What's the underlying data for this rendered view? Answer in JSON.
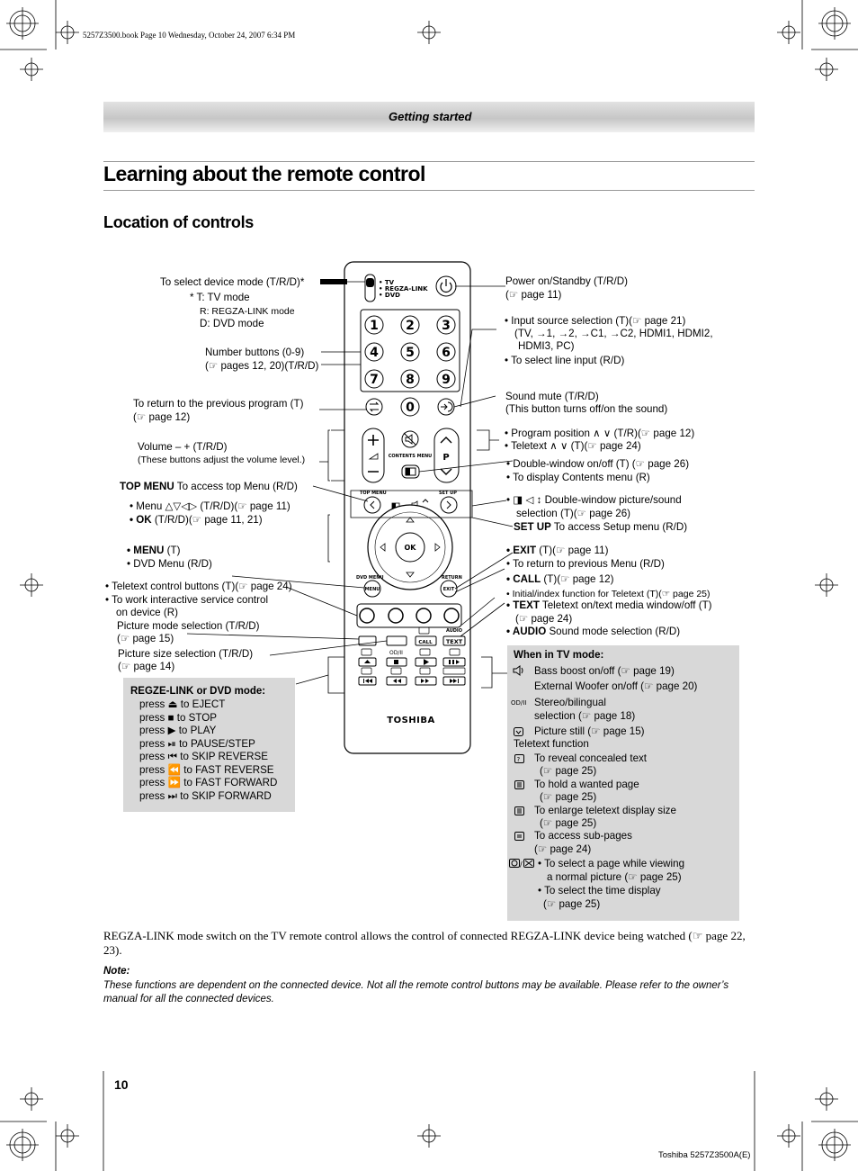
{
  "print_header": "5257Z3500.book  Page 10  Wednesday, October 24, 2007  6:34 PM",
  "section_title": "Getting started",
  "page_title": "Learning about the remote control",
  "sub_title": "Location of controls",
  "left_labels": {
    "device_mode": "To select device mode (T/R/D)*",
    "mode_t": "*  T: TV mode",
    "mode_r": "R: REGZA-LINK mode",
    "mode_d": "D: DVD mode",
    "number_buttons": "Number buttons (0-9)",
    "number_buttons_ref": "(☞ pages 12, 20)(T/R/D)",
    "prev_program": "To return to the previous program (T)",
    "prev_program_ref": "(☞ page 12)",
    "volume": "Volume – + (T/R/D)",
    "volume_note": "(These buttons adjust the volume level.)",
    "top_menu_key": "TOP MENU",
    "top_menu_text": " To access top Menu (R/D)",
    "menu_arrows": "• Menu △▽◁▷ (T/R/D)(☞ page 11)",
    "ok_key": "• OK",
    "ok_text": " (T/R/D)(☞ page 11, 21)",
    "menu_key": "• MENU",
    "menu_text": " (T)",
    "dvd_menu": "• DVD Menu (R/D)",
    "teletext_control": "• Teletext control buttons (T)(☞ page 24)",
    "interactive_1": "• To work interactive service control",
    "interactive_2": "on device (R)",
    "picture_mode": "Picture mode selection (T/R/D)",
    "picture_mode_ref": "(☞ page 15)",
    "picture_size": "Picture size selection (T/R/D)",
    "picture_size_ref": "(☞ page 14)"
  },
  "right_labels": {
    "power": "Power on/Standby (T/R/D)",
    "power_ref": "(☞ page 11)",
    "input_1": "• Input source selection (T)(☞ page 21)",
    "input_2": "(TV, →1, →2, →C1, →C2, HDMI1, HDMI2,",
    "input_3": "HDMI3, PC)",
    "input_4": "• To select line input (R/D)",
    "mute": "Sound mute (T/R/D)",
    "mute_note": "(This button turns off/on the sound)",
    "program_position": "• Program position ∧ ∨ (T/R)(☞ page 12)",
    "teletext_updown": "• Teletext ∧ ∨ (T)(☞ page 24)",
    "double_window": "• Double-window on/off (T) (☞ page 26)",
    "contents_menu": "• To display Contents menu (R)",
    "double_sound_1": "• ◨ ◁ ↕ Double-window picture/sound",
    "double_sound_2": "selection (T)(☞ page 26)",
    "setup_key": "SET UP",
    "setup_text": " To access Setup menu (R/D)",
    "exit_key": "• EXIT",
    "exit_text": " (T)(☞ page 11)",
    "return_menu": "• To return to previous Menu (R/D)",
    "call_key": "• CALL",
    "call_text": " (T)(☞ page 12)",
    "initial_index": "• Initial/index function for Teletext (T)(☞ page 25)",
    "text_key": "• TEXT",
    "text_text": " Teletext on/text media window/off (T)",
    "text_ref": "(☞ page 24)",
    "audio_key": "• AUDIO",
    "audio_text": " Sound mode selection (R/D)"
  },
  "dvd_box": {
    "heading": "REGZE-LINK or DVD mode:",
    "items": [
      "press ⏏ to EJECT",
      "press ■ to STOP",
      "press ▶ to PLAY",
      "press ⏯ to PAUSE/STEP",
      "press ⏮ to SKIP REVERSE",
      "press ⏪ to FAST REVERSE",
      "press ⏩ to FAST FORWARD",
      "press ⏭ to SKIP FORWARD"
    ]
  },
  "tv_box": {
    "heading": "When in TV mode:",
    "bass_1": "Bass boost on/off (☞ page 19)",
    "bass_2": "External Woofer on/off (☞ page 20)",
    "stereo_1": "Stereo/bilingual",
    "stereo_2": "selection (☞ page 18)",
    "still": "Picture still (☞ page 15)",
    "teletext_function": "Teletext function",
    "reveal_1": "To reveal concealed text",
    "reveal_2": "(☞ page 25)",
    "hold_1": "To hold a wanted page",
    "hold_2": "(☞ page 25)",
    "enlarge_1": "To enlarge teletext display size",
    "enlarge_2": "(☞ page 25)",
    "subpages_1": "To access sub-pages",
    "subpages_2": "(☞ page 24)",
    "select_1": "• To select a page while viewing",
    "select_2": "a normal picture (☞ page 25)",
    "time_1": "• To select the time display",
    "time_2": "(☞ page 25)"
  },
  "remote": {
    "mode_tv": "• TV",
    "mode_regza": "• REGZA-LINK",
    "mode_dvd": "• DVD",
    "numbers": [
      "1",
      "2",
      "3",
      "4",
      "5",
      "6",
      "7",
      "8",
      "9",
      "0"
    ],
    "contents_menu": "CONTENTS MENU",
    "p_label": "P",
    "top_menu": "TOP MENU",
    "set_up": "SET UP",
    "ok": "OK",
    "dvd_menu": "DVD MENU",
    "return": "RETURN",
    "menu": "MENU",
    "exit": "EXIT",
    "call": "CALL",
    "audio": "AUDIO",
    "text": "TEXT",
    "brand": "TOSHIBA"
  },
  "body_text": "REGZA-LINK mode switch on the TV remote control allows the control of connected REGZA-LINK device being watched (☞ page 22, 23).",
  "note_label": "Note:",
  "note_text": "These functions are dependent on the connected device. Not all the remote control buttons may be available. Please refer to the owner’s manual for all the connected devices.",
  "page_number": "10",
  "footer": "Toshiba 5257Z3500A(E)"
}
